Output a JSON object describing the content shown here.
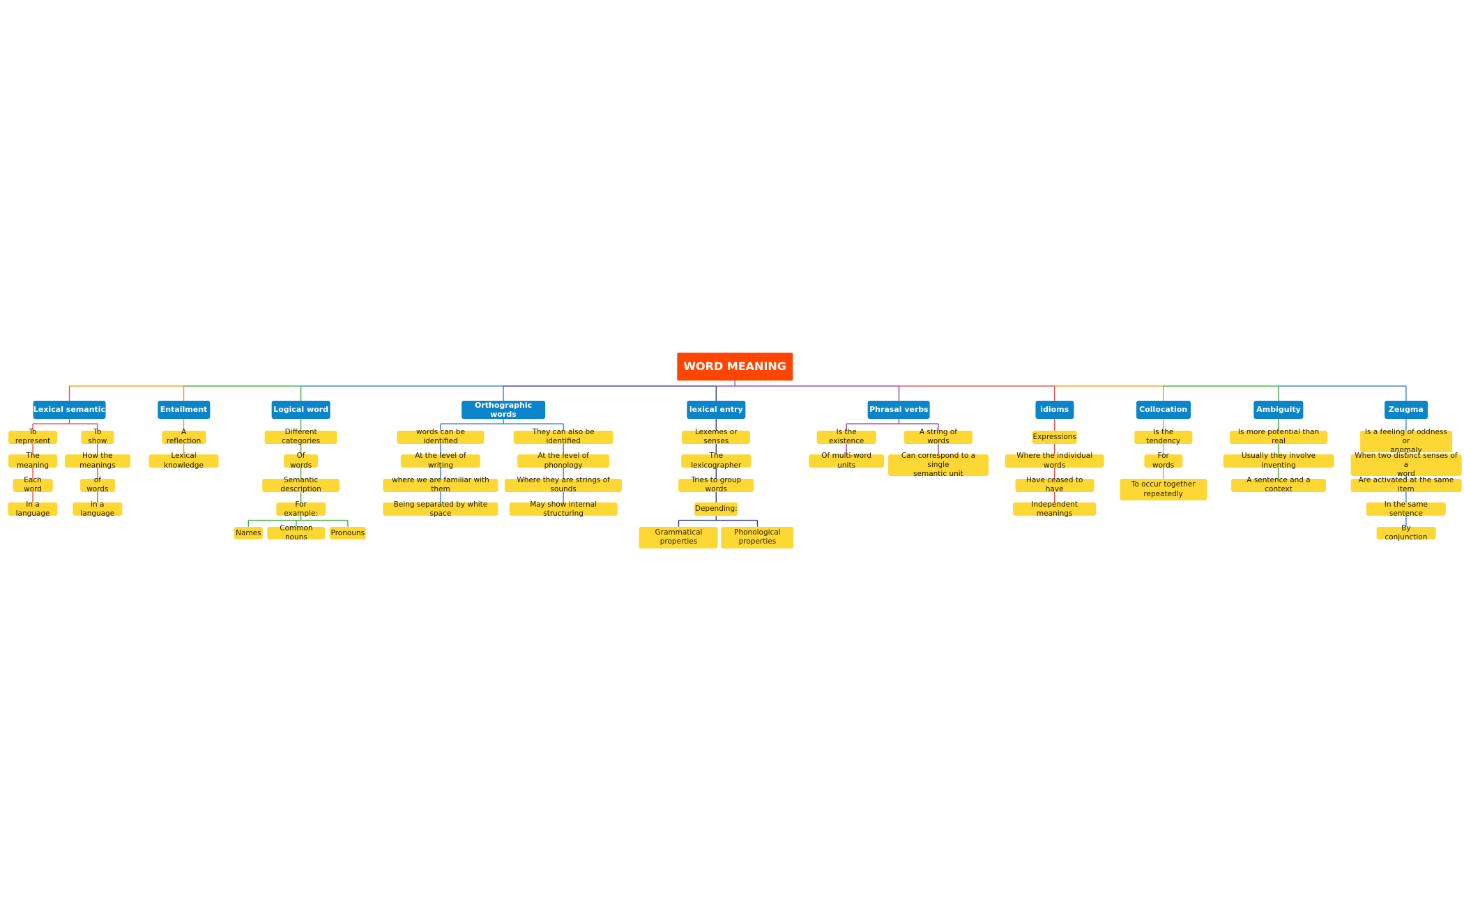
{
  "root": {
    "label": "WORD MEANING",
    "color": "#ff4500"
  },
  "colors": {
    "branch": "#0b84c9",
    "leaf": "#fdd835"
  },
  "branches": [
    {
      "label": "Lexical semantic",
      "line": "#e84a4a",
      "children": [
        {
          "label": "To represent",
          "children": [
            {
              "label": "The meaning",
              "children": [
                {
                  "label": "Each word",
                  "children": [
                    {
                      "label": "In a language",
                      "children": []
                    }
                  ]
                }
              ]
            }
          ]
        },
        {
          "label": "To show",
          "children": [
            {
              "label": "How the meanings",
              "children": [
                {
                  "label": "of words",
                  "children": [
                    {
                      "label": "in a language",
                      "children": []
                    }
                  ]
                }
              ]
            }
          ]
        }
      ]
    },
    {
      "label": "Entailment",
      "line": "#f39c12",
      "children": [
        {
          "label": "A reflection",
          "children": [
            {
              "label": "Lexical knowledge",
              "children": []
            }
          ]
        }
      ]
    },
    {
      "label": "Logical word",
      "line": "#3fae3f",
      "children": [
        {
          "label": "Different categories",
          "children": [
            {
              "label": "Of words",
              "children": [
                {
                  "label": "Semantic description",
                  "children": [
                    {
                      "label": "For example:",
                      "children": [
                        {
                          "label": "Names",
                          "children": []
                        },
                        {
                          "label": "Common nouns",
                          "children": []
                        },
                        {
                          "label": "Pronouns",
                          "children": []
                        }
                      ]
                    }
                  ]
                }
              ]
            }
          ]
        }
      ]
    },
    {
      "label": "Orthographic words",
      "line": "#3a7bd5",
      "children": [
        {
          "label": "words can be identified",
          "children": [
            {
              "label": "At the level of writing",
              "children": [
                {
                  "label": "where we are familiar with them",
                  "children": [
                    {
                      "label": "Being separated by white space",
                      "children": []
                    }
                  ]
                }
              ]
            }
          ]
        },
        {
          "label": "They can also be identified",
          "children": [
            {
              "label": "At the level of phonology",
              "children": [
                {
                  "label": "Where they are strings of sounds",
                  "children": [
                    {
                      "label": "May show internal structuring",
                      "children": []
                    }
                  ]
                }
              ]
            }
          ]
        }
      ]
    },
    {
      "label": "lexical entry",
      "line": "#2c3e8c",
      "children": [
        {
          "label": "Lexemes or senses",
          "children": [
            {
              "label": "The lexicographer",
              "children": [
                {
                  "label": "Tries to group words",
                  "children": [
                    {
                      "label": "Depending:",
                      "children": [
                        {
                          "label": "Grammatical\nproperties",
                          "children": []
                        },
                        {
                          "label": "Phonological\nproperties",
                          "children": []
                        }
                      ]
                    }
                  ]
                }
              ]
            }
          ]
        }
      ]
    },
    {
      "label": "Phrasal verbs",
      "line": "#8e44ad",
      "children": [
        {
          "label": "Is the existence",
          "children": [
            {
              "label": "Of multi-word units",
              "children": []
            }
          ]
        },
        {
          "label": "A string of words",
          "children": [
            {
              "label": "Can correspond to a single\nsemantic unit",
              "children": []
            }
          ]
        }
      ]
    },
    {
      "label": "idioms",
      "line": "#e84a4a",
      "children": [
        {
          "label": "Expressions",
          "children": [
            {
              "label": "Where the individual words",
              "children": [
                {
                  "label": "Have ceased to have",
                  "children": [
                    {
                      "label": "Independent meanings",
                      "children": []
                    }
                  ]
                }
              ]
            }
          ]
        }
      ]
    },
    {
      "label": "Collocation",
      "line": "#f39c12",
      "children": [
        {
          "label": "Is the tendency",
          "children": [
            {
              "label": "For words",
              "children": [
                {
                  "label": "To occur together\nrepeatedly",
                  "children": []
                }
              ]
            }
          ]
        }
      ]
    },
    {
      "label": "Ambiguity",
      "line": "#3fae3f",
      "children": [
        {
          "label": "Is more potential than real",
          "children": [
            {
              "label": "Usually they involve inventing",
              "children": [
                {
                  "label": "A sentence and a context",
                  "children": []
                }
              ]
            }
          ]
        }
      ]
    },
    {
      "label": "Zeugma",
      "line": "#3a7bd5",
      "children": [
        {
          "label": "Is a feeling of oddness or\nanomaly",
          "children": [
            {
              "label": "When two distinct senses of a\nword",
              "children": [
                {
                  "label": "Are activated at the same item",
                  "children": [
                    {
                      "label": "In the same sentence",
                      "children": [
                        {
                          "label": "By conjunction",
                          "children": []
                        }
                      ]
                    }
                  ]
                }
              ]
            }
          ]
        }
      ]
    }
  ]
}
